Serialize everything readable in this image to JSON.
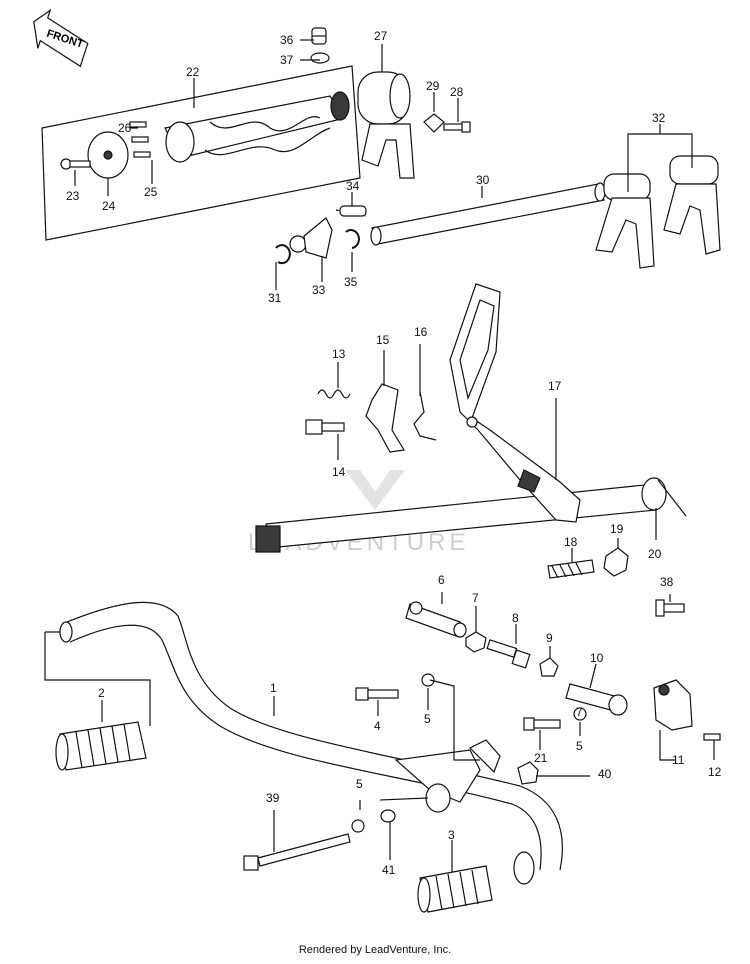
{
  "direction_label": "FRONT",
  "watermark": "LEADVENTURE",
  "footer": "Rendered by LeadVenture, Inc.",
  "callouts": {
    "c1": "1",
    "c2": "2",
    "c3": "3",
    "c4": "4",
    "c5a": "5",
    "c5b": "5",
    "c5c": "5",
    "c6": "6",
    "c7a": "7",
    "c7b": "7",
    "c8": "8",
    "c9": "9",
    "c10": "10",
    "c11": "11",
    "c12": "12",
    "c13": "13",
    "c14": "14",
    "c15": "15",
    "c16": "16",
    "c17": "17",
    "c18": "18",
    "c19": "19",
    "c20": "20",
    "c21": "21",
    "c22": "22",
    "c23": "23",
    "c24": "24",
    "c25": "25",
    "c26": "26",
    "c27": "27",
    "c28": "28",
    "c29": "29",
    "c30": "30",
    "c31": "31",
    "c32": "32",
    "c33": "33",
    "c34": "34",
    "c35": "35",
    "c36": "36",
    "c37": "37",
    "c38": "38",
    "c39": "39",
    "c40": "40",
    "c41": "41"
  }
}
